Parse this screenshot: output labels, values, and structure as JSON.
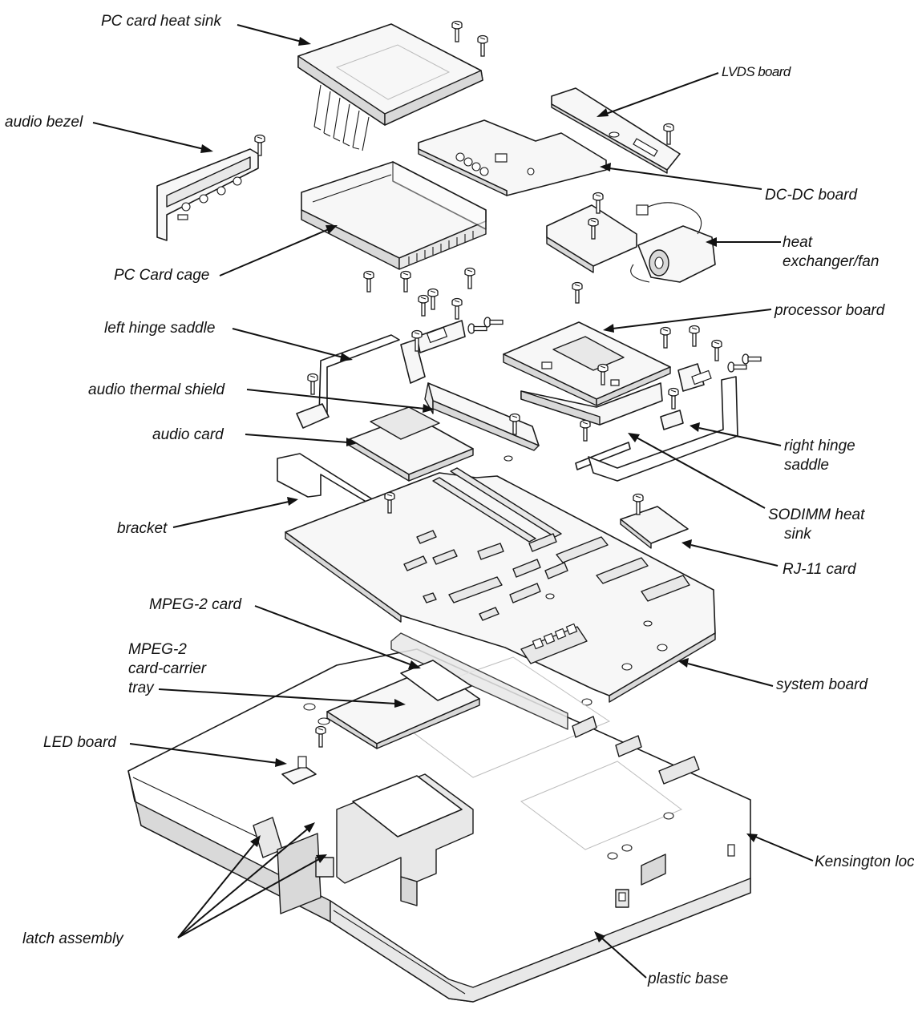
{
  "labels": {
    "pc_card_heat_sink": "PC card heat sink",
    "lvds_board": "LVDS board",
    "audio_bezel": "audio bezel",
    "dc_dc_board": "DC-DC board",
    "heat_exchanger_line1": "heat",
    "heat_exchanger_line2": "exchanger/fan",
    "pc_card_cage": "PC Card cage",
    "processor_board": "processor board",
    "left_hinge_saddle": "left hinge saddle",
    "audio_thermal_shield": "audio thermal shield",
    "audio_card": "audio card",
    "right_hinge_saddle_line1": "right hinge",
    "right_hinge_saddle_line2": "saddle",
    "sodimm_line1": "SODIMM heat",
    "sodimm_line2": "sink",
    "bracket": "bracket",
    "rj11_card": "RJ-11 card",
    "mpeg2_card": "MPEG-2 card",
    "mpeg2_tray_line1": "MPEG-2",
    "mpeg2_tray_line2": "card-carrier",
    "mpeg2_tray_line3": "tray",
    "system_board": "system board",
    "led_board": "LED board",
    "kensington_lock": "Kensington lock",
    "latch_assembly": "latch assembly",
    "plastic_base": "plastic base"
  },
  "colors": {
    "line": "#1a1a1a",
    "fill": "#f7f7f7",
    "background": "#ffffff"
  }
}
